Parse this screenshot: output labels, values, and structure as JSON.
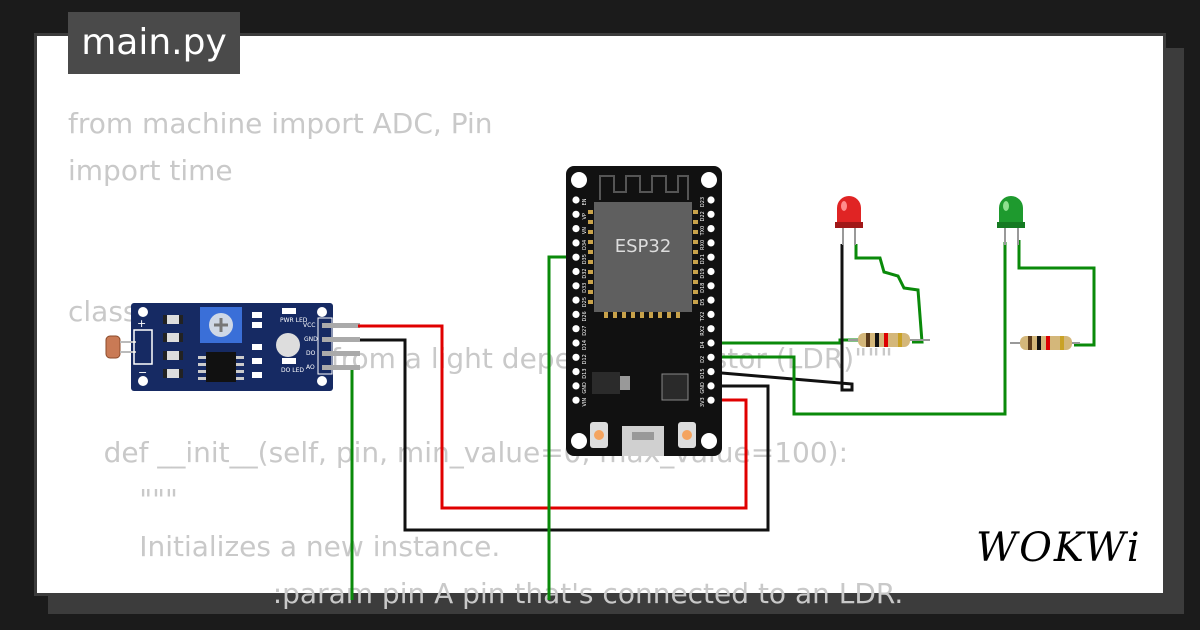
{
  "file_tab": {
    "label": "main.py"
  },
  "code_lines": [
    "from machine import ADC, Pin",
    "import time",
    "",
    "",
    "class",
    "              d a value from a light dependent resistor (LDR)\"\"\"",
    "",
    "    def __init__(self, pin, min_value=0, max_value=100):",
    "        \"\"\"",
    "        Initializes a new instance.",
    "                       :param pin A pin that's connected to an LDR."
  ],
  "esp32": {
    "chip_label": "ESP32",
    "left_pins": [
      "EN",
      "VP",
      "VN",
      "D34",
      "D35",
      "D32",
      "D33",
      "D25",
      "D26",
      "D27",
      "D14",
      "D12",
      "D13",
      "GND",
      "VIN"
    ],
    "right_pins": [
      "D23",
      "D22",
      "TX0",
      "RX0",
      "D21",
      "D19",
      "D18",
      "D5",
      "TX2",
      "RX2",
      "D4",
      "D2",
      "D15",
      "GND",
      "3V3"
    ]
  },
  "ldr_module": {
    "pin_labels": [
      "VCC",
      "GND",
      "DO",
      "AO"
    ],
    "led_labels": [
      "PWR LED",
      "DO LED"
    ]
  },
  "leds": [
    {
      "name": "red-led",
      "color": "#e02424"
    },
    {
      "name": "green-led",
      "color": "#1e9a2e"
    }
  ],
  "wires": {
    "red": "#e00000",
    "black": "#111111",
    "green": "#0a8a0a"
  },
  "brand": {
    "logo_text": "WOKWi"
  }
}
